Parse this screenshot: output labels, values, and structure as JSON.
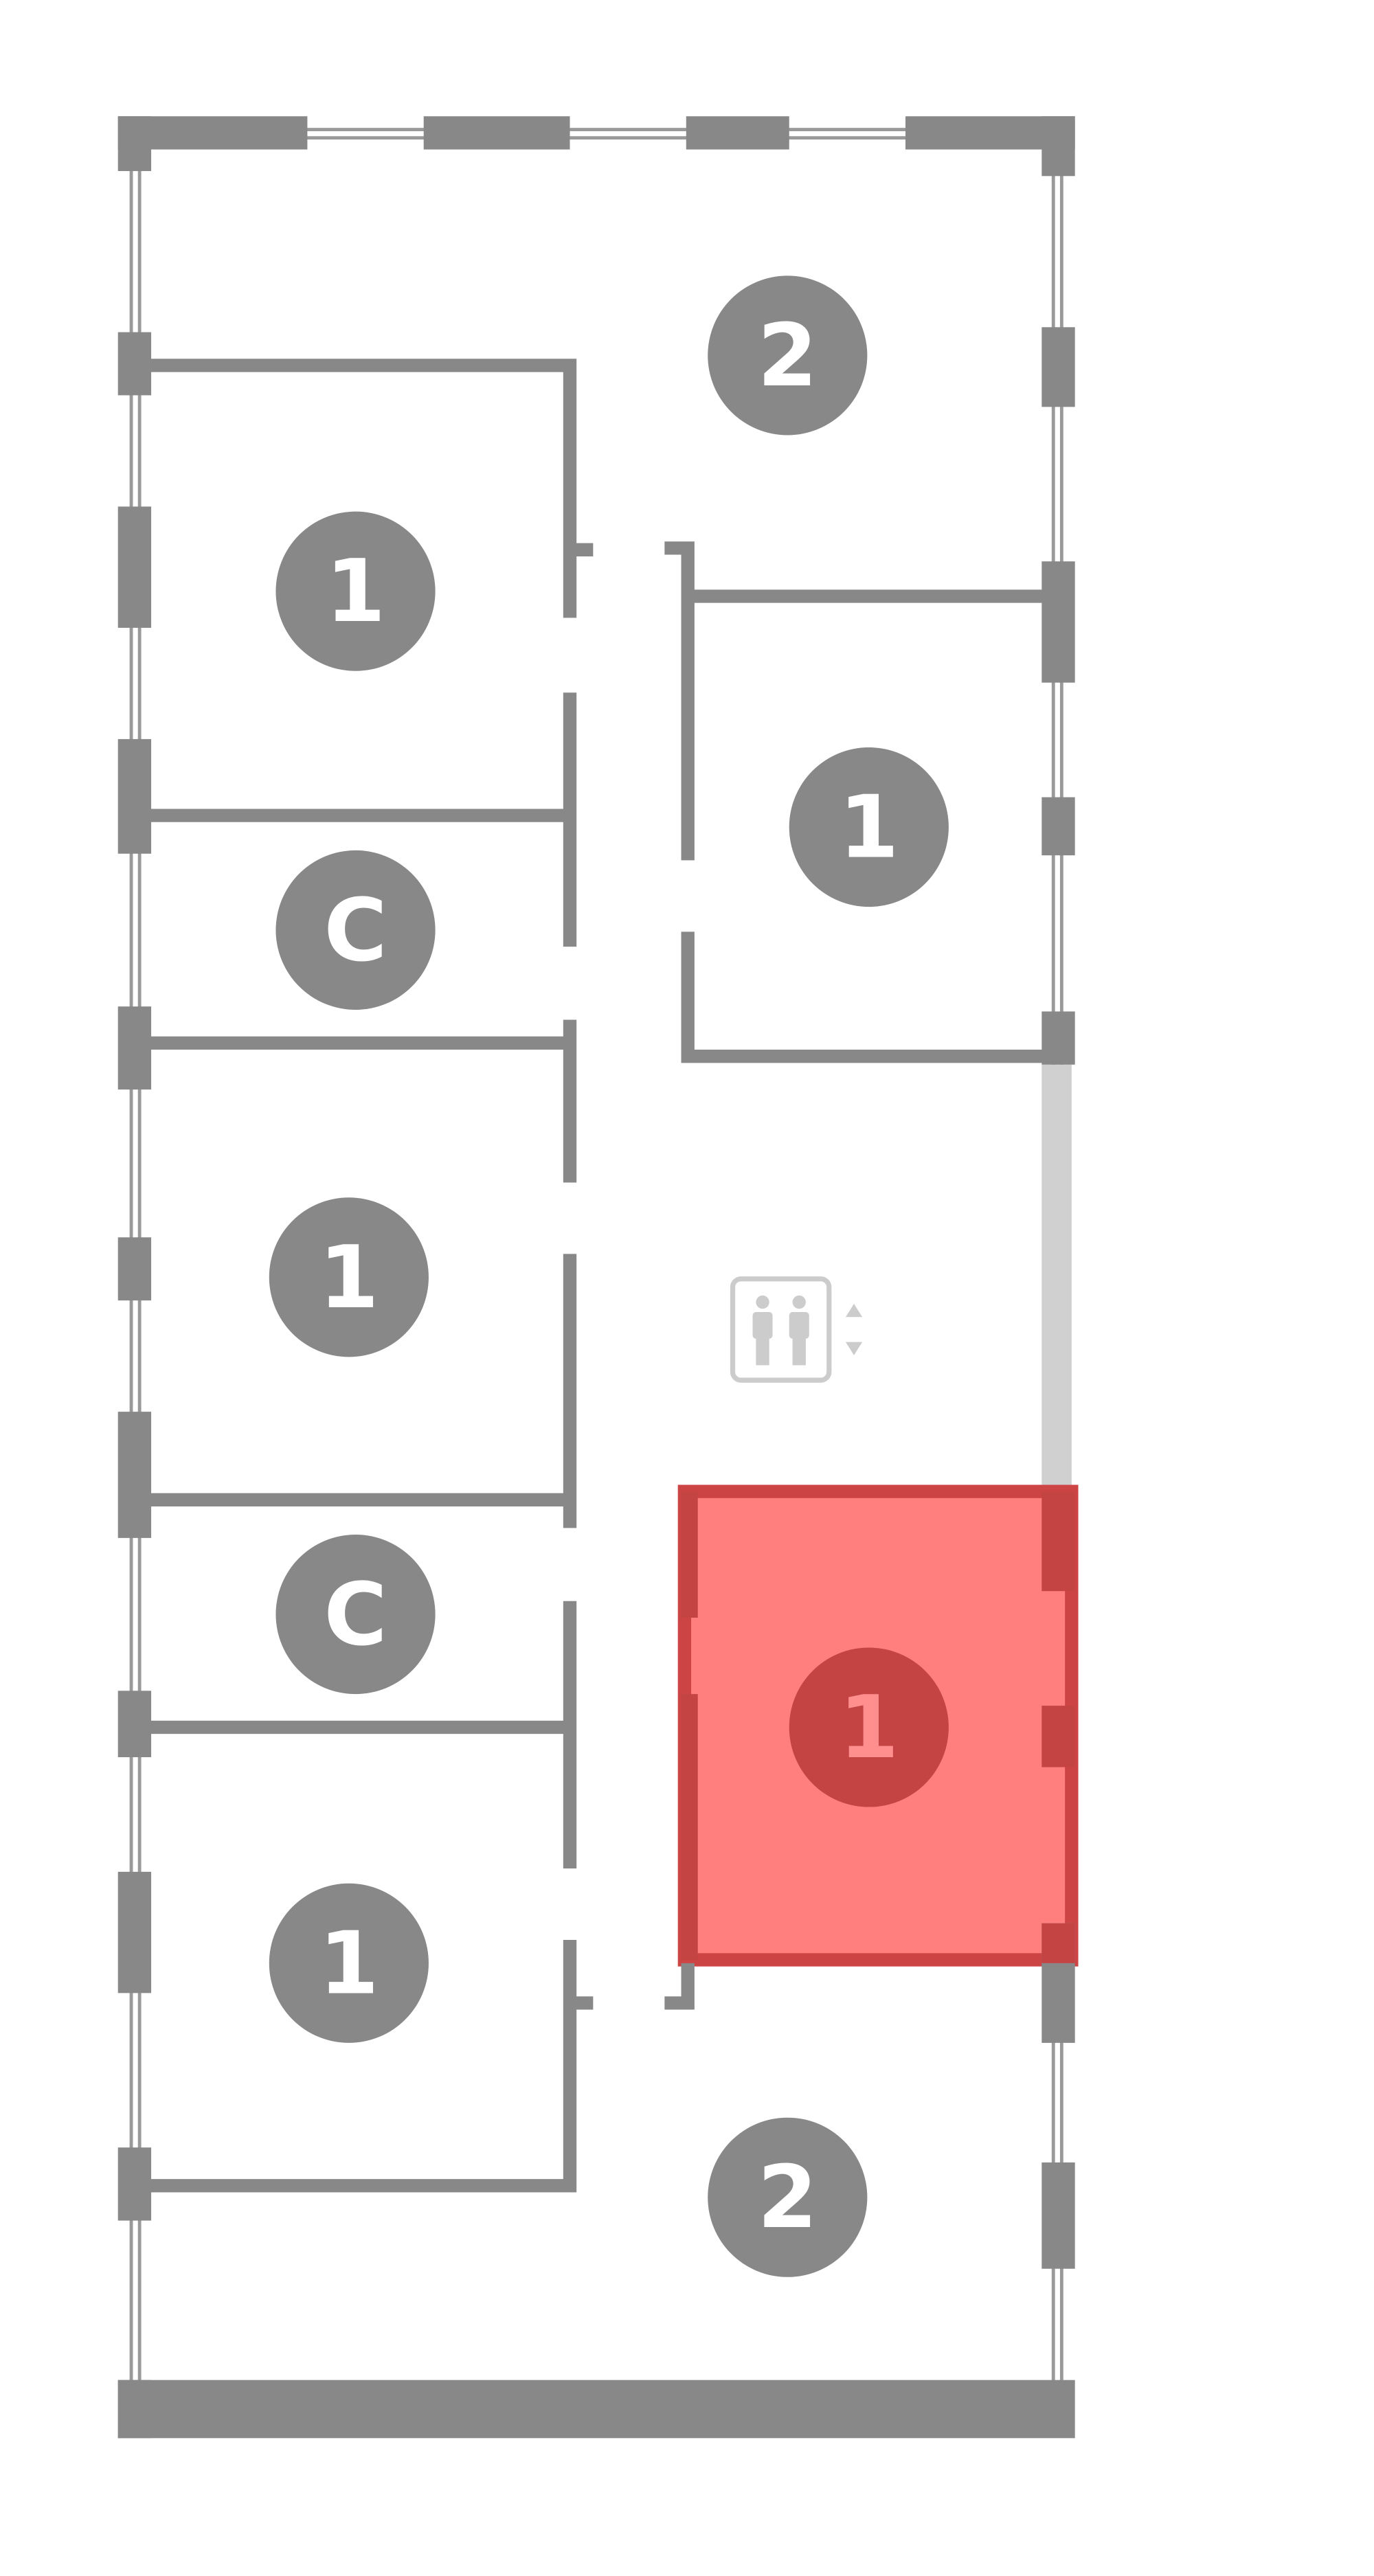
{
  "floor_plan": {
    "units": [
      {
        "id": "top-right",
        "label": "2",
        "selected": false
      },
      {
        "id": "left-1",
        "label": "1",
        "selected": false
      },
      {
        "id": "right-1",
        "label": "1",
        "selected": false
      },
      {
        "id": "left-c1",
        "label": "C",
        "selected": false
      },
      {
        "id": "left-2",
        "label": "1",
        "selected": false
      },
      {
        "id": "left-c2",
        "label": "C",
        "selected": false
      },
      {
        "id": "right-selected",
        "label": "1",
        "selected": true
      },
      {
        "id": "left-3",
        "label": "1",
        "selected": false
      },
      {
        "id": "bottom-right",
        "label": "2",
        "selected": false
      }
    ],
    "icons": [
      "elevator-icon"
    ],
    "colors": {
      "wall": "#888888",
      "selected_fill": "#ff7f7f",
      "selected_stroke": "#cc4444",
      "selected_badge": "#c44444",
      "badge": "#888888"
    }
  }
}
